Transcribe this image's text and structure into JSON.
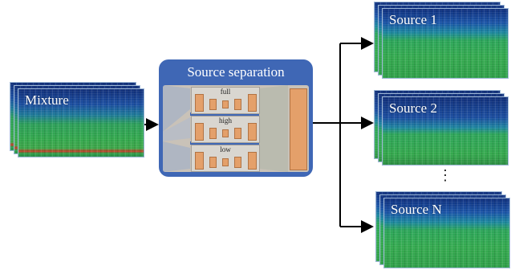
{
  "mixture": {
    "label": "Mixture"
  },
  "separation": {
    "title": "Source separation",
    "branches": [
      "full",
      "high",
      "low"
    ]
  },
  "sources": [
    {
      "label": "Source 1"
    },
    {
      "label": "Source 2"
    },
    {
      "label": "Source N"
    }
  ],
  "ellipsis": "⋮",
  "colors": {
    "panel": "#3f67b5",
    "block": "#e4a06a",
    "arrow": "#000000"
  }
}
